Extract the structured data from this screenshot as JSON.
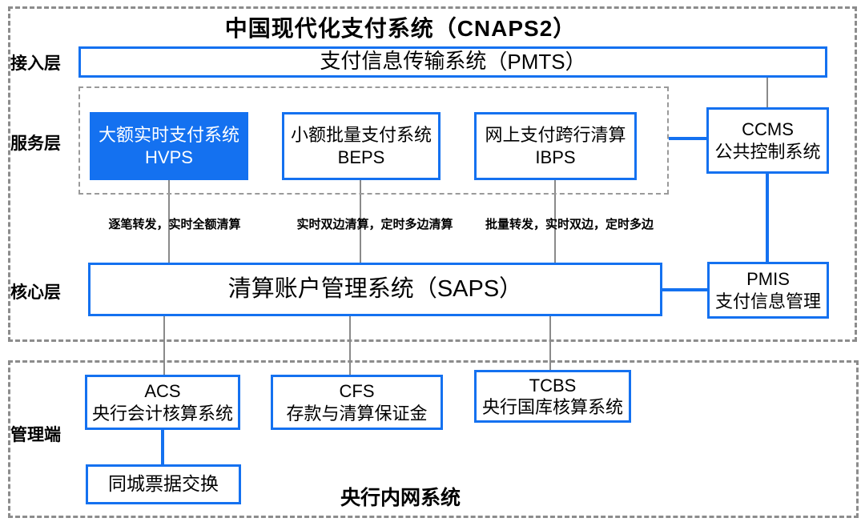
{
  "title": "中国现代化支付系统（CNAPS2）",
  "layers": {
    "access": "接入层",
    "service": "服务层",
    "core": "核心层",
    "management": "管理端"
  },
  "nodes": {
    "pmts": {
      "zh": "支付信息传输系统",
      "code": "（PMTS）"
    },
    "hvps": {
      "zh": "大额实时支付系统",
      "code": "HVPS"
    },
    "beps": {
      "zh": "小额批量支付系统",
      "code": "BEPS"
    },
    "ibps": {
      "zh": "网上支付跨行清算",
      "code": "IBPS"
    },
    "ccms": {
      "code": "CCMS",
      "zh": "公共控制系统"
    },
    "saps": {
      "zh": "清算账户管理系统",
      "code": "（SAPS）"
    },
    "pmis": {
      "code": "PMIS",
      "zh": "支付信息管理"
    },
    "acs": {
      "code": "ACS",
      "zh": "央行会计核算系统"
    },
    "cfs": {
      "code": "CFS",
      "zh": "存款与清算保证金"
    },
    "tcbs": {
      "code": "TCBS",
      "zh": "央行国库核算系统"
    },
    "local_clearing": {
      "zh": "同城票据交换"
    }
  },
  "annotations": {
    "hvps": "逐笔转发，实时全额清算",
    "beps": "实时双边清算，定时多边清算",
    "ibps": "批量转发，实时双边，定时多边"
  },
  "footer": "央行内网系统",
  "colors": {
    "accent": "#1471F0",
    "connector_gray": "#8a8a8a",
    "hvps_text": "#ffffff"
  }
}
